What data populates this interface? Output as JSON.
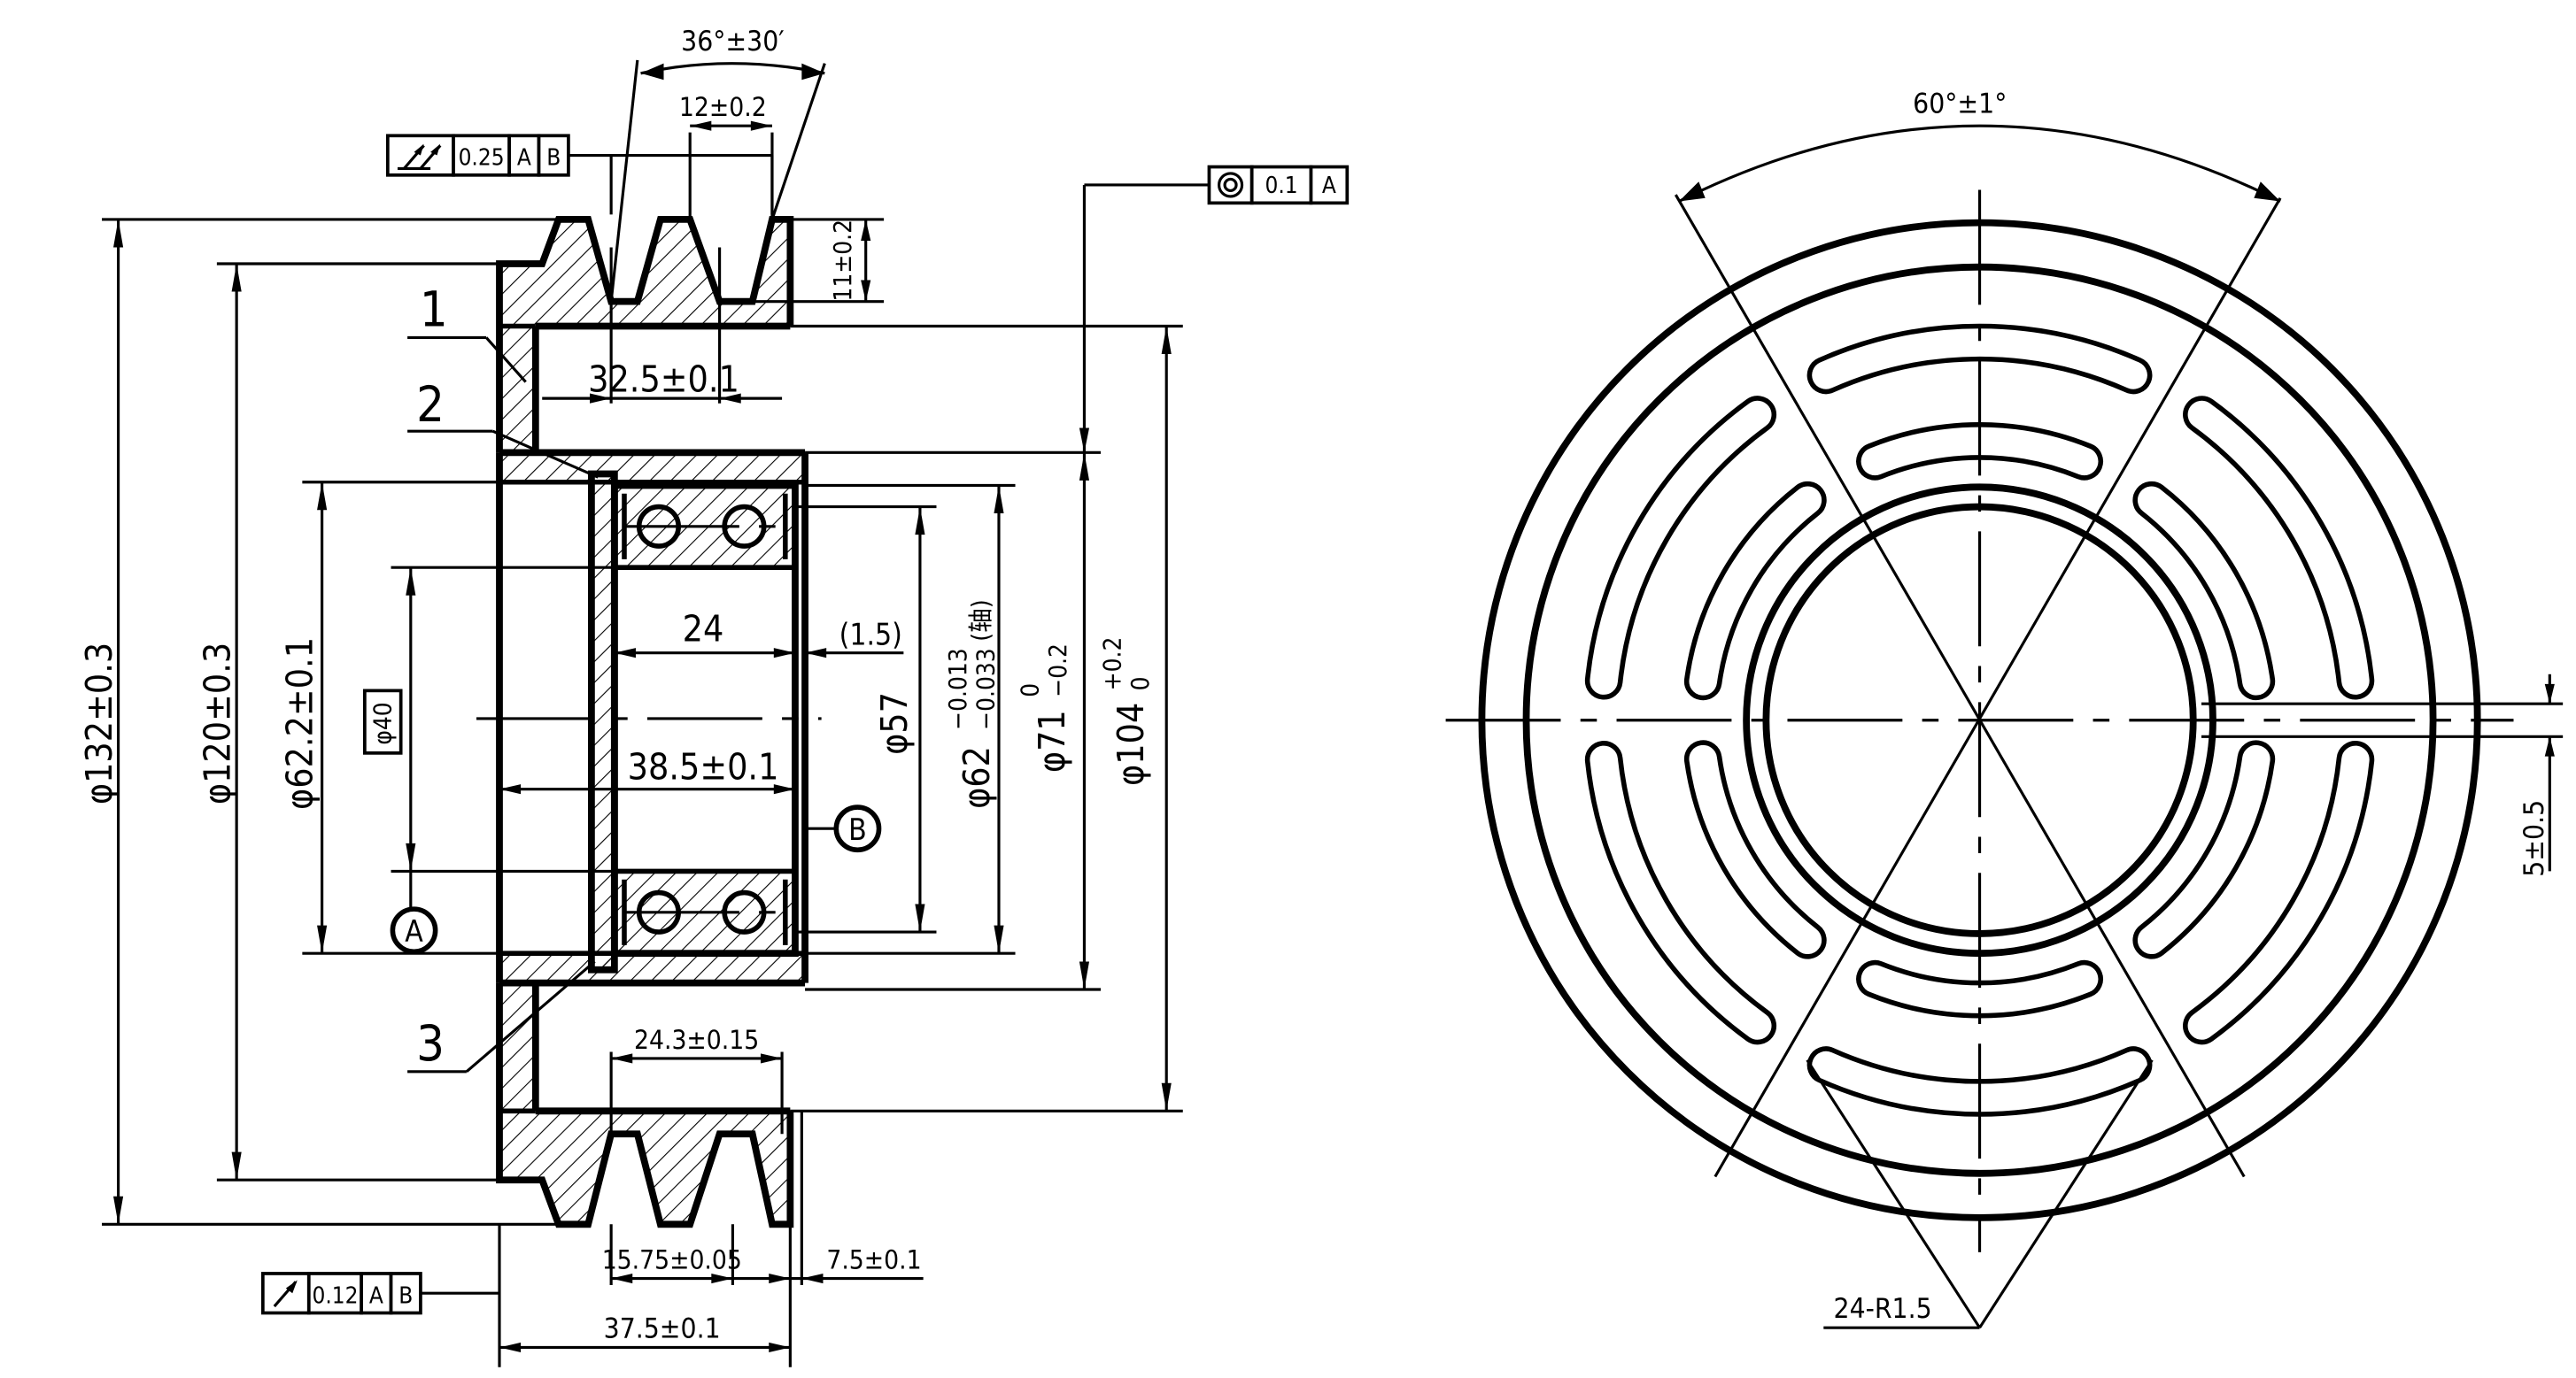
{
  "section_view": {
    "title_dims": {
      "groove_angle": "36°±30′",
      "groove_top_width": "12±0.2",
      "groove_depth": "11±0.2",
      "groove_pitch": "32.5±0.1",
      "bearing_width": "24",
      "bearing_offset": "(1.5)",
      "bore_depth": "38.5±0.1",
      "inner_groove_span": "24.3±0.15",
      "first_groove_pos": "15.75±0.05",
      "rim_offset": "7.5±0.1",
      "total_width": "37.5±0.1"
    },
    "diameters": {
      "d132": "φ132±0.3",
      "d120": "φ120±0.3",
      "d62_2": "φ62.2±0.1",
      "d40": "φ40",
      "d57": "φ57",
      "d62_main": "φ62",
      "d62_up": "−0.013",
      "d62_lo": "−0.033",
      "d62_note": "(轴)",
      "d71_main": "φ71",
      "d71_up": "0",
      "d71_lo": "−0.2",
      "d104_main": "φ104",
      "d104_up": "+0.2",
      "d104_lo": "0"
    },
    "part_labels": [
      "1",
      "2",
      "3"
    ],
    "datums": {
      "a": "A",
      "b": "B"
    },
    "tolerance_frames": {
      "runout_top": {
        "symbol": "total-runout-icon",
        "value": "0.25",
        "datum1": "A",
        "datum2": "B"
      },
      "concentricity": {
        "symbol": "concentricity-icon",
        "value": "0.1",
        "datum1": "A"
      },
      "runout_bottom": {
        "symbol": "circular-runout-icon",
        "value": "0.12",
        "datum1": "A",
        "datum2": "B"
      }
    }
  },
  "front_view": {
    "angle": "60°±1°",
    "slot_width": "5±0.5",
    "slot_radius": "24-R1.5"
  }
}
